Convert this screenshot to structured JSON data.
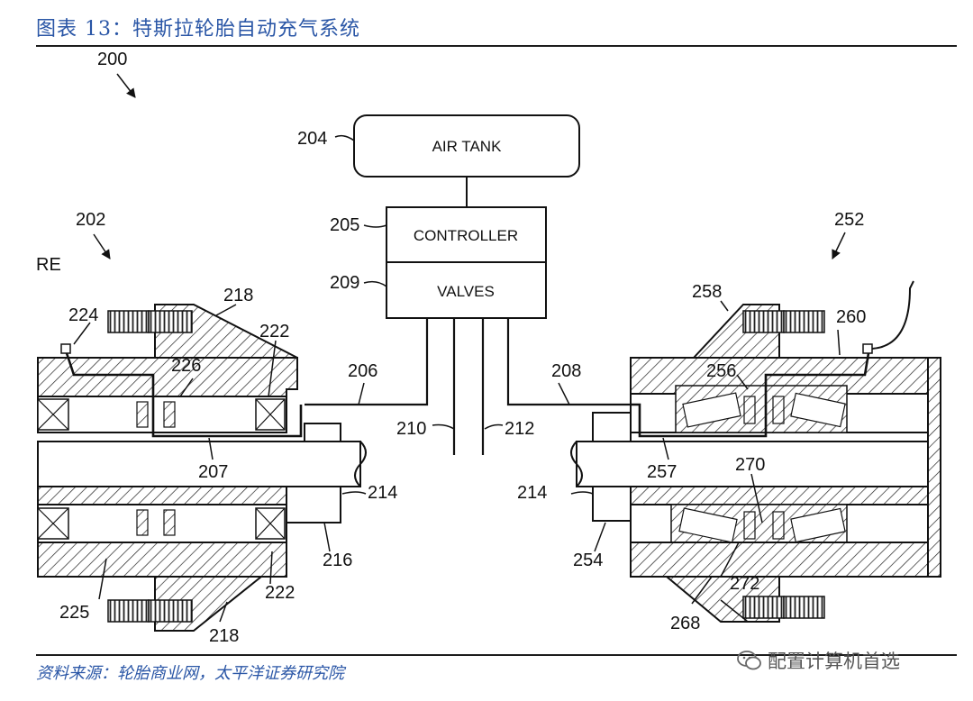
{
  "header": {
    "title": "图表 13：特斯拉轮胎自动充气系统"
  },
  "footer": {
    "source": "资料来源：轮胎商业网，太平洋证券研究院",
    "watermark": "配置计算机首选"
  },
  "icons": {
    "watermark": "wechat-icon"
  },
  "diagram": {
    "boxes": {
      "air_tank": "AIR TANK",
      "controller": "CONTROLLER",
      "valves": "VALVES"
    },
    "labels": {
      "l200": "200",
      "l204": "204",
      "l205": "205",
      "l209": "209",
      "l202": "202",
      "l252": "252",
      "lre": "RE",
      "l218a": "218",
      "l218b": "218",
      "l224": "224",
      "l226": "226",
      "l222a": "222",
      "l222b": "222",
      "l206": "206",
      "l207": "207",
      "l210": "210",
      "l212": "212",
      "l208": "208",
      "l214a": "214",
      "l214b": "214",
      "l216": "216",
      "l225": "225",
      "l258": "258",
      "l260": "260",
      "l256": "256",
      "l257": "257",
      "l270": "270",
      "l254": "254",
      "l272": "272",
      "l268": "268"
    }
  }
}
